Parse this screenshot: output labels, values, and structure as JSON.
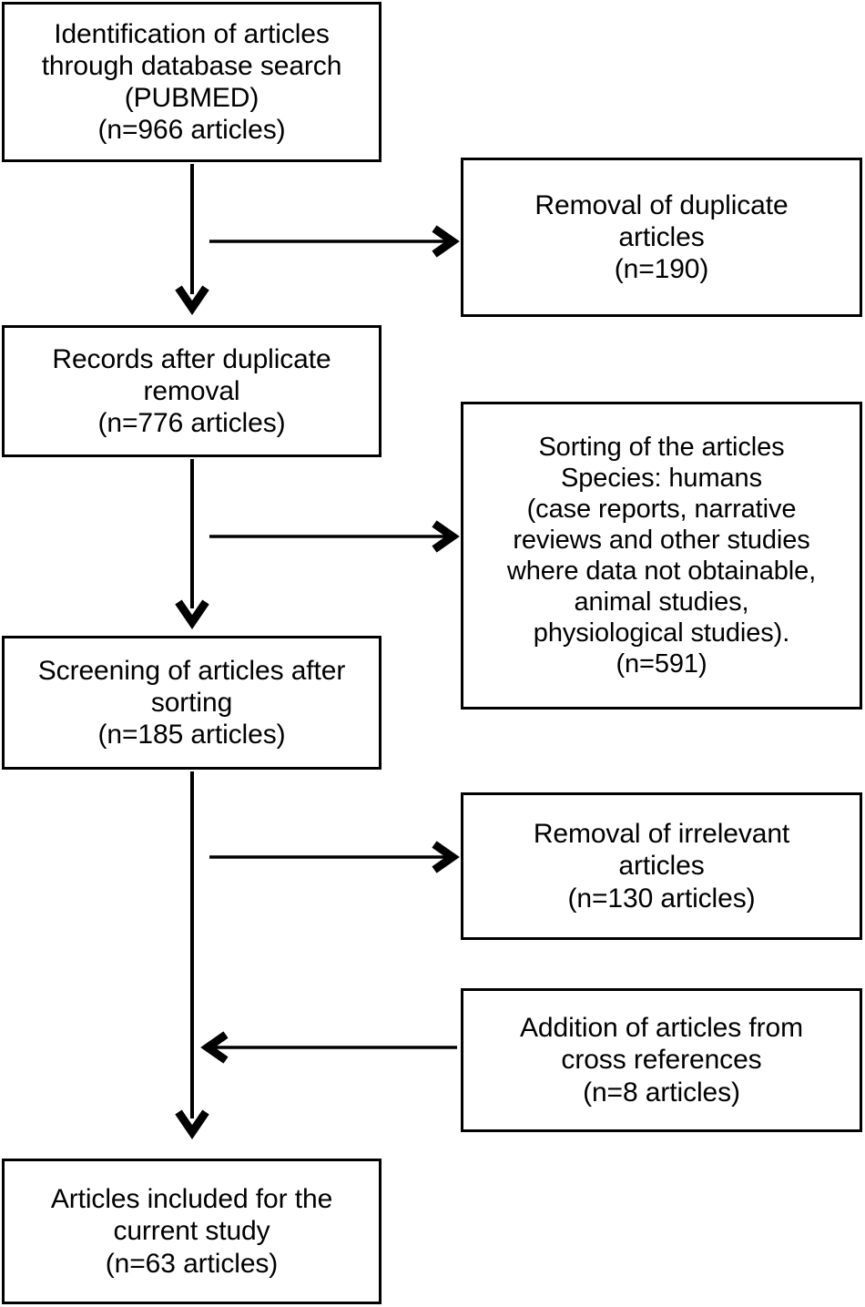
{
  "diagram": {
    "title": "PRISMA article selection flowchart",
    "type": "flowchart",
    "stroke_color": "#000000",
    "background_color": "#ffffff"
  },
  "boxes": {
    "identification": {
      "name": "Identification of articles through database search",
      "lines": [
        "Identification of articles",
        "through database search",
        "(PUBMED)",
        "(n=966 articles)"
      ],
      "count": 966
    },
    "duplicates": {
      "name": "Removal of duplicate articles",
      "lines": [
        "Removal of duplicate",
        "articles",
        "(n=190)"
      ],
      "count": 190
    },
    "records": {
      "name": "Records after duplicate removal",
      "lines": [
        "Records after duplicate",
        "removal",
        "(n=776 articles)"
      ],
      "count": 776
    },
    "sorting": {
      "name": "Sorting of the articles",
      "lines": [
        "Sorting of the articles",
        "Species: humans",
        "(case reports, narrative",
        "reviews and other studies",
        "where data not obtainable,",
        "animal studies,",
        "physiological studies).",
        "(n=591)"
      ],
      "count": 591
    },
    "screening": {
      "name": "Screening of articles after sorting",
      "lines": [
        "Screening of articles after",
        "sorting",
        "(n=185 articles)"
      ],
      "count": 185
    },
    "irrelevant": {
      "name": "Removal of irrelevant articles",
      "lines": [
        "Removal of irrelevant",
        "articles",
        "(n=130 articles)"
      ],
      "count": 130
    },
    "crossref": {
      "name": "Addition of articles from cross references",
      "lines": [
        "Addition of articles from",
        "cross references",
        "(n=8 articles)"
      ],
      "count": 8
    },
    "included": {
      "name": "Articles included for the current study",
      "lines": [
        "Articles included for the",
        "current study",
        "(n=63 articles)"
      ],
      "count": 63
    }
  },
  "connectors": [
    {
      "name": "identification-to-records",
      "direction": "down"
    },
    {
      "name": "records-to-duplicates",
      "direction": "right"
    },
    {
      "name": "records-to-screening",
      "direction": "down"
    },
    {
      "name": "screening-to-sorting",
      "direction": "right"
    },
    {
      "name": "screening-to-included",
      "direction": "down"
    },
    {
      "name": "included-to-irrelevant",
      "direction": "right"
    },
    {
      "name": "crossref-to-included",
      "direction": "left"
    }
  ]
}
